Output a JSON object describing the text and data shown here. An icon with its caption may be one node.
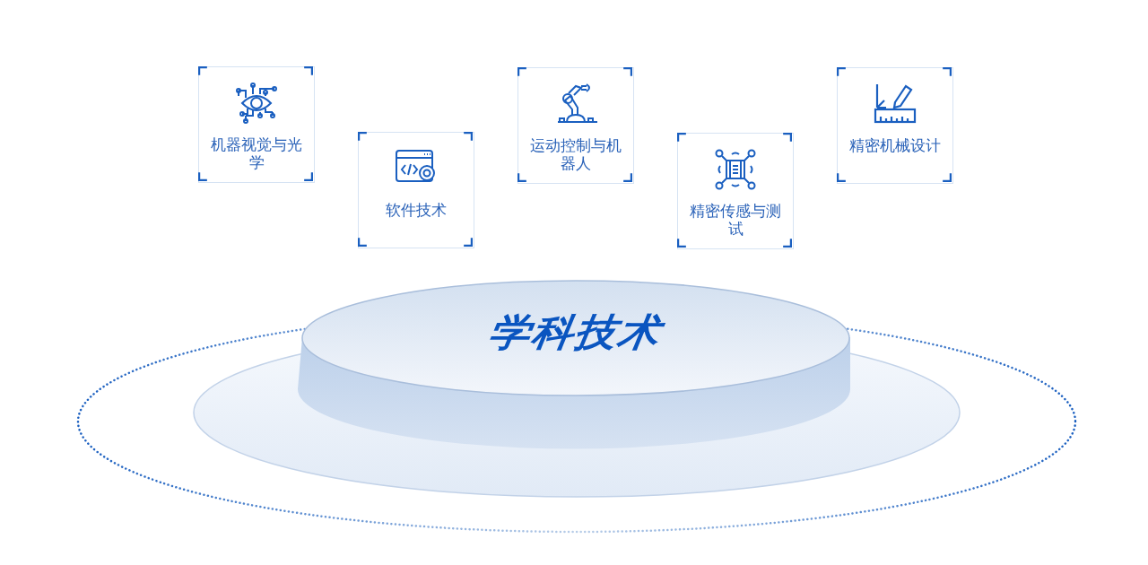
{
  "diagram": {
    "nodes": [
      {
        "text": [
          "机器视觉与光学"
        ]
      },
      {
        "text": [
          "软件技术"
        ]
      },
      {
        "text": [
          "运动控制与机器人"
        ]
      },
      {
        "text": [
          "精密传感与测试"
        ]
      },
      {
        "text": [
          "精密机械设计"
        ]
      },
      {
        "text": [
          "学科技术"
        ]
      }
    ]
  }
}
